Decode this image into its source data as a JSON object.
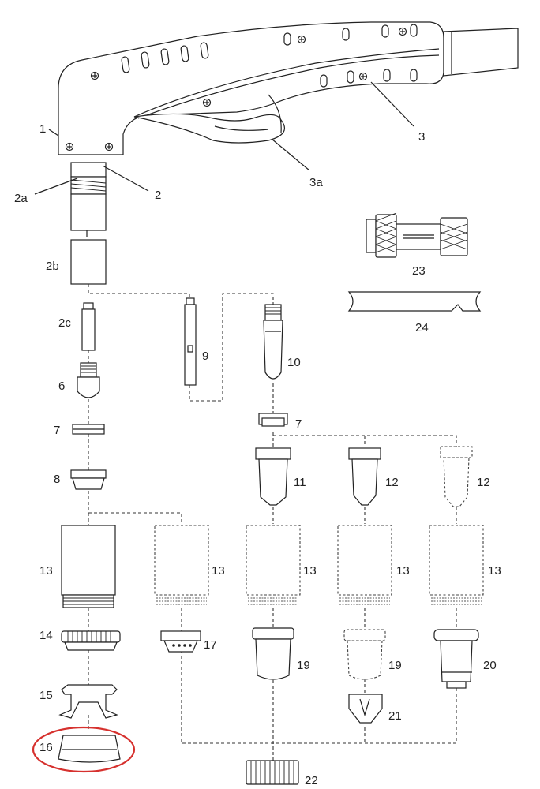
{
  "labels": {
    "p1": "1",
    "p2": "2",
    "p2a": "2a",
    "p2b": "2b",
    "p2c": "2c",
    "p3": "3",
    "p3a": "3a",
    "p6": "6",
    "p7a": "7",
    "p7b": "7",
    "p8": "8",
    "p9": "9",
    "p10": "10",
    "p11": "11",
    "p12a": "12",
    "p12b": "12",
    "p13a": "13",
    "p13b": "13",
    "p13c": "13",
    "p13d": "13",
    "p13e": "13",
    "p14": "14",
    "p15": "15",
    "p16": "16",
    "p17": "17",
    "p19a": "19",
    "p19b": "19",
    "p20": "20",
    "p21": "21",
    "p22": "22",
    "p23": "23",
    "p24": "24"
  },
  "highlight": {
    "part": "16",
    "color": "#d6312e"
  }
}
